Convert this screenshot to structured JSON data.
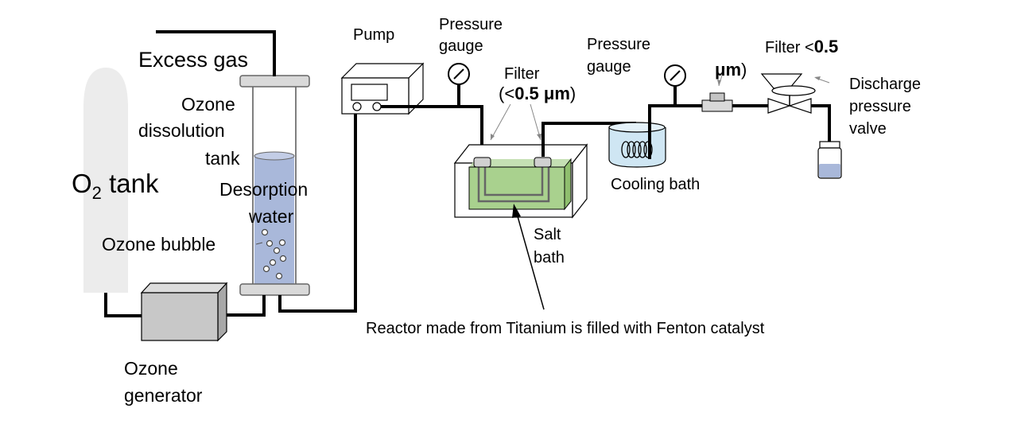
{
  "labels": {
    "excess_gas": "Excess gas",
    "ozone_dissolution_1": "Ozone",
    "ozone_dissolution_2": "dissolution",
    "ozone_dissolution_3": "tank",
    "desorption_1": "Desorption",
    "desorption_2": "water",
    "o2_tank_o": "O",
    "o2_tank_sub": "2",
    "o2_tank_rest": " tank",
    "ozone_bubble": "Ozone bubble",
    "ozone_generator_1": "Ozone",
    "ozone_generator_2": "generator",
    "pump": "Pump",
    "pressure_gauge1_1": "Pressure",
    "pressure_gauge1_2": "gauge",
    "filter1_1": "Filter",
    "filter1_open": "(<",
    "filter1_value": "0.5 μm",
    "filter1_close": ")",
    "pressure_gauge2_1": "Pressure",
    "pressure_gauge2_2": "gauge",
    "filter2_1": "Filter  <",
    "filter2_value1": "0.5",
    "filter2_value2": "μm",
    "filter2_close": ")",
    "discharge_1": "Discharge",
    "discharge_2": "pressure",
    "discharge_3": "valve",
    "cooling_bath": "Cooling bath",
    "salt_bath_1": "Salt",
    "salt_bath_2": "bath",
    "reactor_caption": "Reactor made from Titanium is filled with Fenton catalyst"
  },
  "colors": {
    "line": "#000000",
    "o2_tank": "#ececec",
    "water": "#a9b8da",
    "salt_bath": "#a9d18e",
    "cooling_water": "#cfe6f3",
    "generator": "#c8c8c8",
    "cap": "#d9d9d9"
  }
}
